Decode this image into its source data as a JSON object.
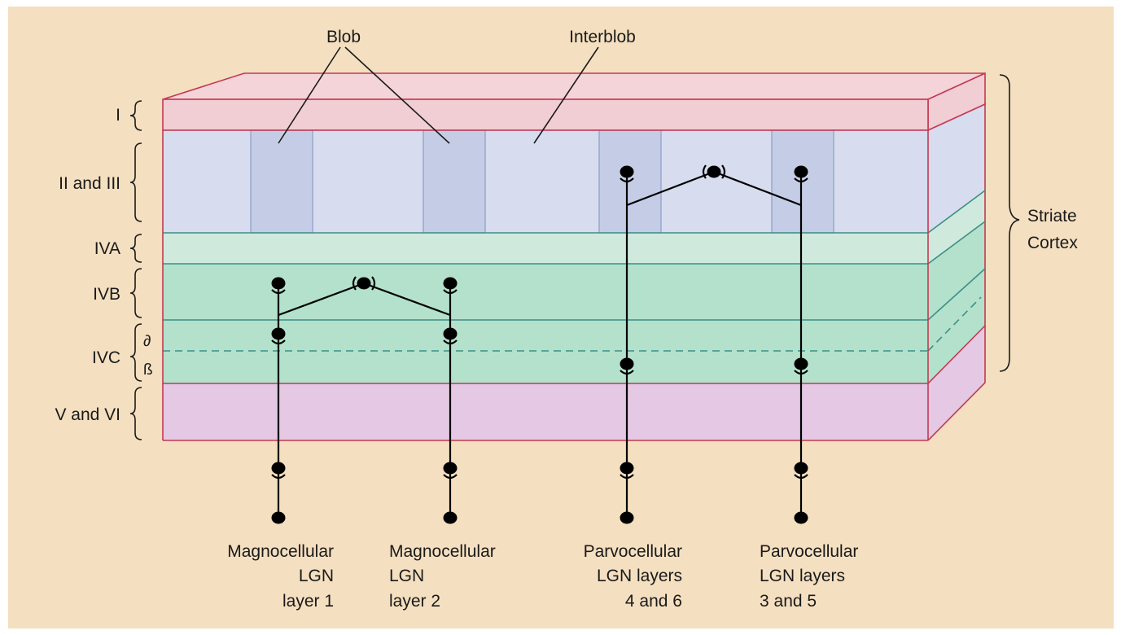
{
  "colors": {
    "background": "#f4dfc0",
    "layer_I": "#f1cdd4",
    "layer_I_top": "#f4d3d9",
    "layer_II_III": "#d7dcee",
    "blob": "#c5cde6",
    "layer_IVA": "#cfeadd",
    "layer_IVB": "#b3e1cc",
    "layer_IVC": "#b3e1cc",
    "layer_V_VI": "#e4c8e4",
    "edge": "#c23a52",
    "teal_line": "#3b8f86"
  },
  "labels": {
    "blob": "Blob",
    "interblob": "Interblob",
    "striate_cortex_line1": "Striate",
    "striate_cortex_line2": "Cortex"
  },
  "layers": [
    {
      "id": "I",
      "label": "I"
    },
    {
      "id": "II_III",
      "label": "II and III"
    },
    {
      "id": "IVA",
      "label": "IVA"
    },
    {
      "id": "IVB",
      "label": "IVB"
    },
    {
      "id": "IVC",
      "label": "IVC",
      "sublayers": [
        "∂",
        "ß"
      ]
    },
    {
      "id": "V_VI",
      "label": "V and VI"
    }
  ],
  "sources": [
    {
      "lines": [
        "Magnocellular",
        "LGN",
        "layer 1"
      ]
    },
    {
      "lines": [
        "Magnocellular",
        "LGN",
        "layer 2"
      ]
    },
    {
      "lines": [
        "Parvocellular",
        "LGN layers",
        "4 and 6"
      ]
    },
    {
      "lines": [
        "Parvocellular",
        "LGN layers",
        "3 and 5"
      ]
    }
  ]
}
